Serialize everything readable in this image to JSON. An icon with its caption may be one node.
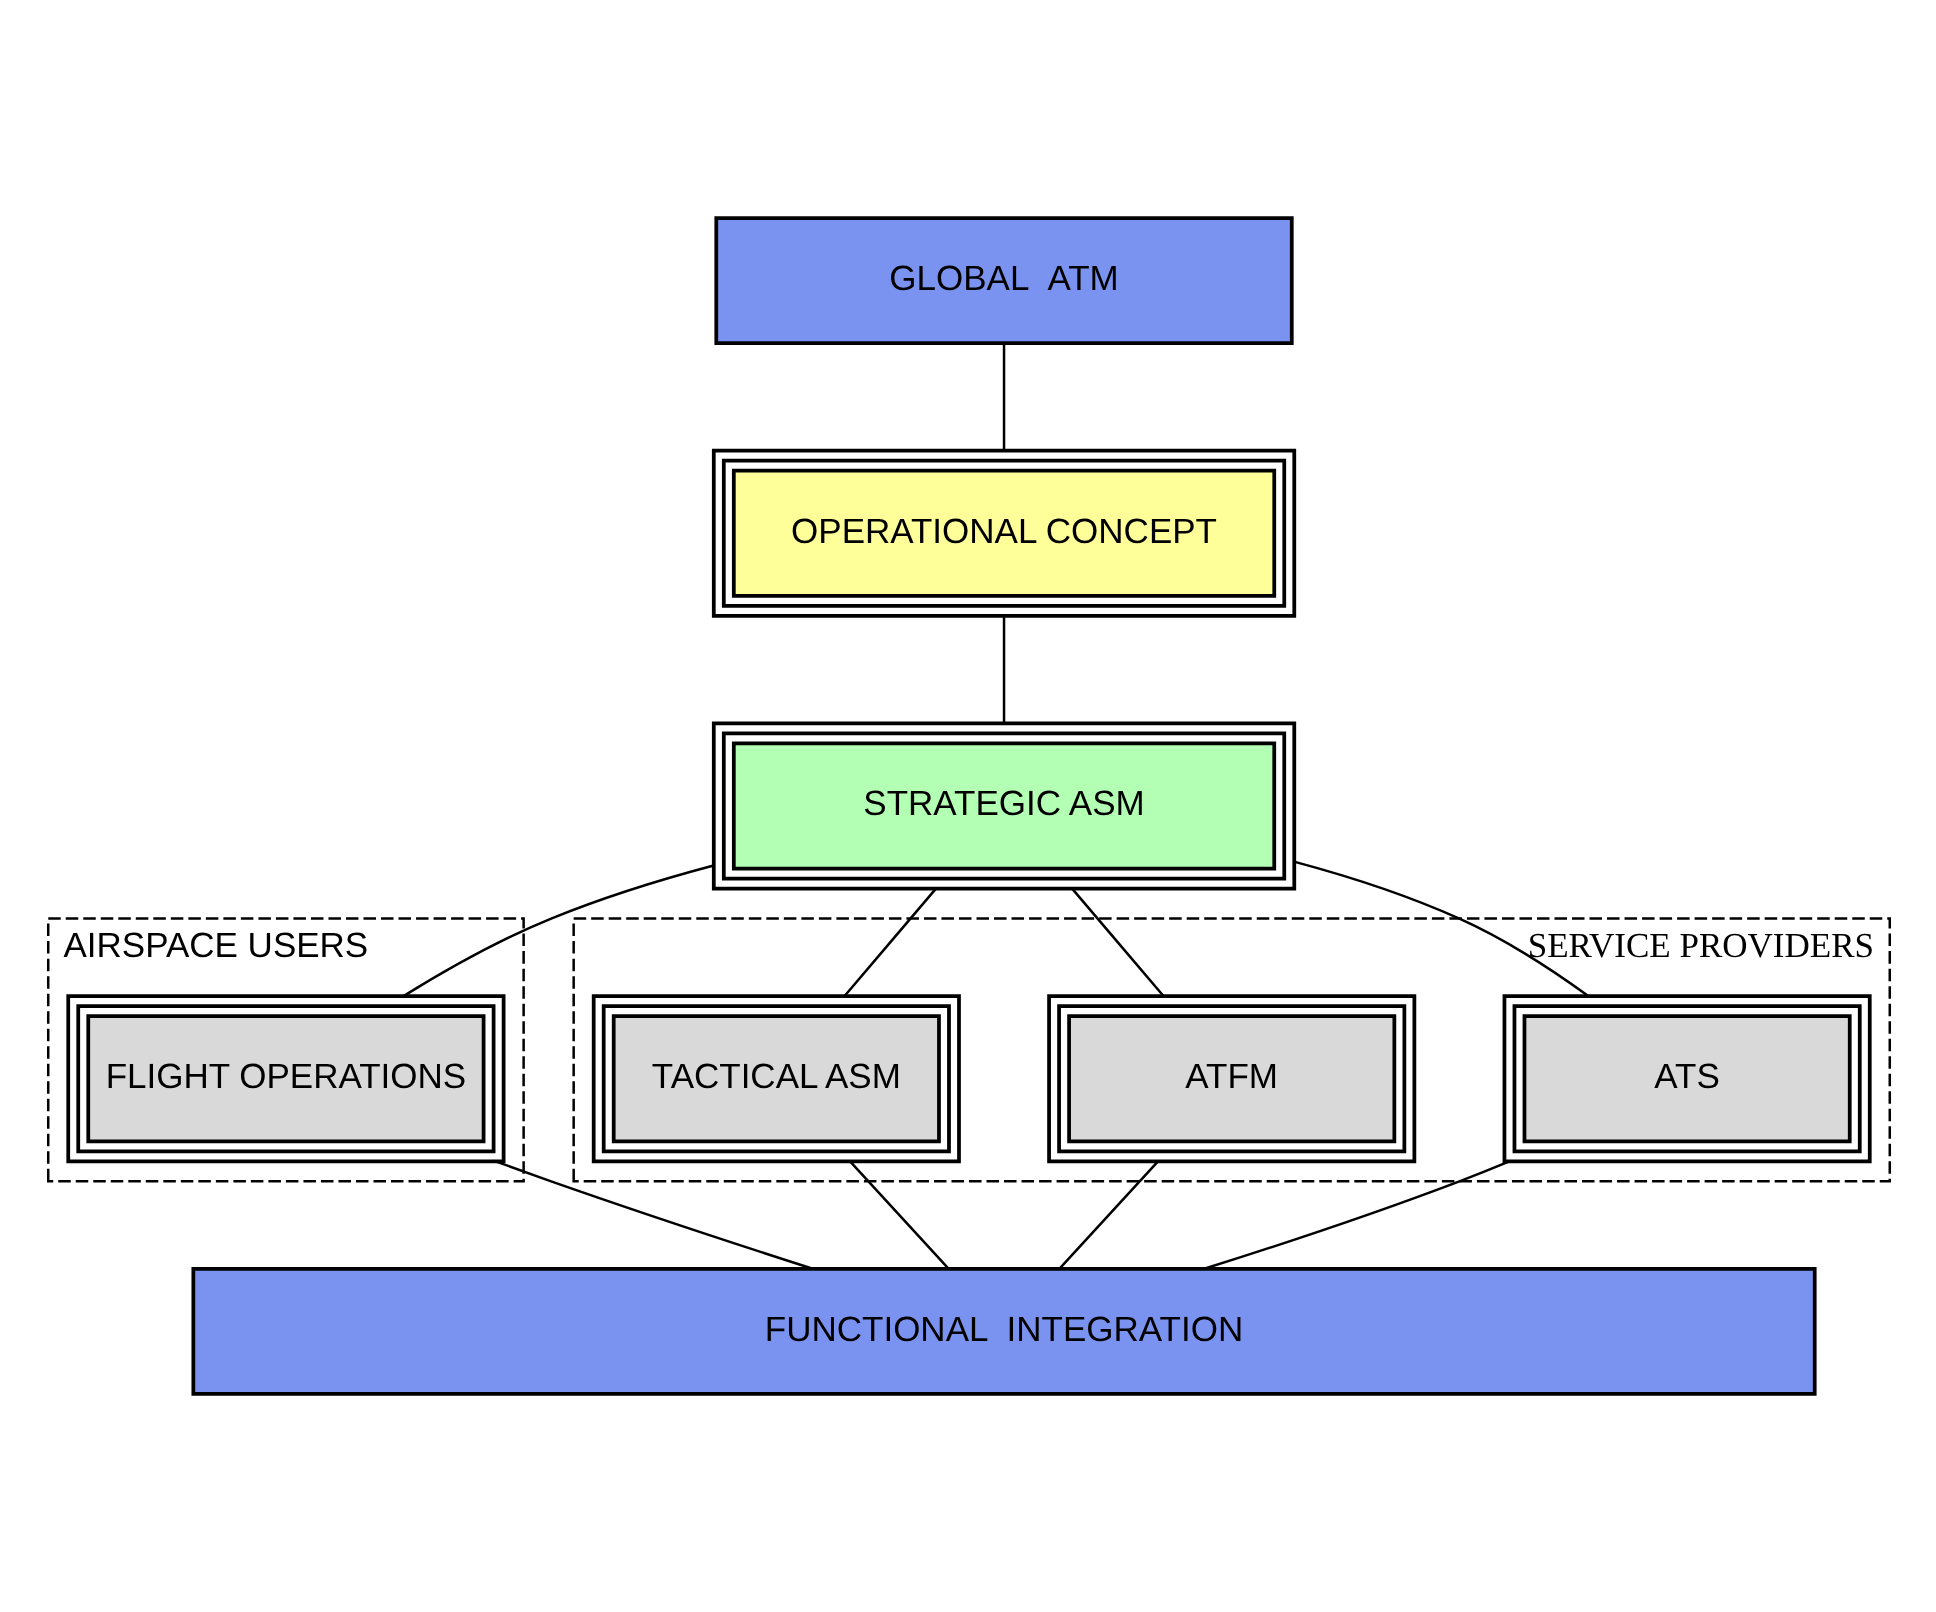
{
  "diagram": {
    "nodes": [
      {
        "text": [
          "GLOBAL  ATM"
        ]
      },
      {
        "text": [
          "OPERATIONAL CONCEPT"
        ]
      },
      {
        "text": [
          "STRATEGIC ASM"
        ]
      },
      {
        "text": [
          "AIRSPACE USERS"
        ]
      },
      {
        "text": [
          "FLIGHT OPERATIONS"
        ],
        "in": 3
      },
      {
        "text": [
          "SERVICE PROVIDERS"
        ]
      },
      {
        "text": [
          "ATS"
        ],
        "in": 5
      },
      {
        "text": [
          "ATFM"
        ],
        "in": 5
      },
      {
        "text": [
          "TACTICAL ASM"
        ],
        "in": 5
      },
      {
        "text": [
          "FUNCTIONAL  INTEGRATION"
        ]
      }
    ],
    "edges": [
      {
        "from": 0,
        "to": 1,
        "arrow": "none"
      },
      {
        "from": 1,
        "to": 2,
        "arrow": "none"
      },
      {
        "from": 2,
        "to": 4,
        "arrow": "none"
      },
      {
        "from": 2,
        "to": 6,
        "arrow": "none"
      },
      {
        "from": 2,
        "to": 7,
        "arrow": "none"
      },
      {
        "from": 2,
        "to": 8,
        "arrow": "none"
      },
      {
        "from": 4,
        "to": 9,
        "arrow": "none"
      },
      {
        "from": 6,
        "to": 9,
        "arrow": "none"
      },
      {
        "from": 7,
        "to": 9,
        "arrow": "none"
      },
      {
        "from": 8,
        "to": 9,
        "arrow": "none"
      }
    ]
  }
}
